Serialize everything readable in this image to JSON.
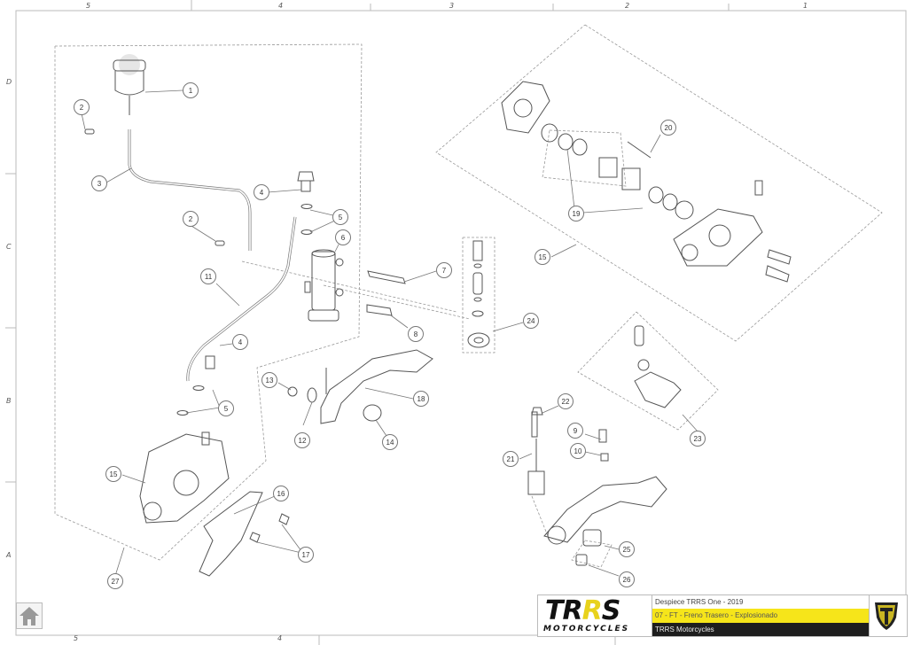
{
  "drawing": {
    "column_labels_top": [
      "5",
      "4",
      "3",
      "2",
      "1"
    ],
    "column_labels_bottom": [
      "5",
      "4"
    ],
    "row_labels": [
      "D",
      "C",
      "B",
      "A"
    ],
    "callouts": [
      {
        "id": "c1",
        "label": "1"
      },
      {
        "id": "c2a",
        "label": "2"
      },
      {
        "id": "c2b",
        "label": "2"
      },
      {
        "id": "c3",
        "label": "3"
      },
      {
        "id": "c4a",
        "label": "4"
      },
      {
        "id": "c4b",
        "label": "4"
      },
      {
        "id": "c5a",
        "label": "5"
      },
      {
        "id": "c5b",
        "label": "5"
      },
      {
        "id": "c6",
        "label": "6"
      },
      {
        "id": "c7",
        "label": "7"
      },
      {
        "id": "c8",
        "label": "8"
      },
      {
        "id": "c9",
        "label": "9"
      },
      {
        "id": "c10",
        "label": "10"
      },
      {
        "id": "c11",
        "label": "11"
      },
      {
        "id": "c12",
        "label": "12"
      },
      {
        "id": "c13",
        "label": "13"
      },
      {
        "id": "c14",
        "label": "14"
      },
      {
        "id": "c15a",
        "label": "15"
      },
      {
        "id": "c15b",
        "label": "15"
      },
      {
        "id": "c16",
        "label": "16"
      },
      {
        "id": "c17",
        "label": "17"
      },
      {
        "id": "c18",
        "label": "18"
      },
      {
        "id": "c19",
        "label": "19"
      },
      {
        "id": "c20",
        "label": "20"
      },
      {
        "id": "c21",
        "label": "21"
      },
      {
        "id": "c22",
        "label": "22"
      },
      {
        "id": "c23",
        "label": "23"
      },
      {
        "id": "c24",
        "label": "24"
      },
      {
        "id": "c25",
        "label": "25"
      },
      {
        "id": "c26",
        "label": "26"
      },
      {
        "id": "c27",
        "label": "27"
      }
    ]
  },
  "title_block": {
    "logo_text_main": "TR",
    "logo_text_accent": "R",
    "logo_text_end": "S",
    "logo_subtitle": "MOTORCYCLES",
    "row1": "Despiece TRRS One - 2019",
    "row2": "07 - FT - Freno Trasero - Explosionado",
    "row3": "TRRS Motorcycles"
  },
  "nav": {
    "home_icon": "home-icon"
  },
  "colors": {
    "accent_yellow": "#f6e51a",
    "dark_band": "#1e1e1e",
    "line": "#555555"
  }
}
